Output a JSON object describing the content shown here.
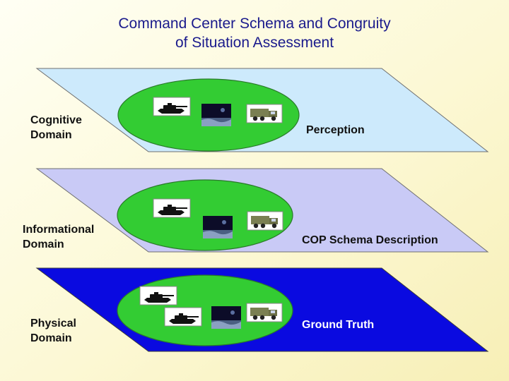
{
  "title": {
    "line1": "Command Center Schema and Congruity",
    "line2": "of Situation Assessment"
  },
  "colors": {
    "title_text": "#1a1a8c",
    "cognitive_plane": "#cdeafc",
    "informational_plane": "#c9caf6",
    "physical_plane": "#0a0ae0",
    "ellipse": "#33cc33"
  },
  "layers": [
    {
      "domain_line1": "Cognitive",
      "domain_line2": "Domain",
      "description": "Perception",
      "icons": [
        "tank-icon",
        "photo-icon",
        "truck-icon"
      ]
    },
    {
      "domain_line1": "Informational",
      "domain_line2": "Domain",
      "description": "COP Schema Description",
      "icons": [
        "tank-icon",
        "photo-icon",
        "truck-icon"
      ]
    },
    {
      "domain_line1": "Physical",
      "domain_line2": "Domain",
      "description": "Ground Truth",
      "icons": [
        "tank-icon",
        "tank-icon",
        "photo-icon",
        "truck-icon"
      ]
    }
  ]
}
